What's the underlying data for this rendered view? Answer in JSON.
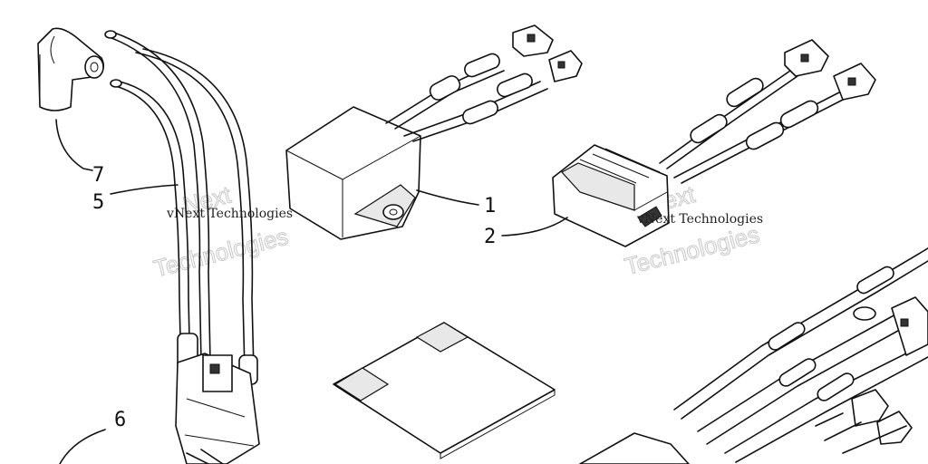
{
  "callouts": {
    "c1": "1",
    "c2": "2",
    "c5": "5",
    "c6": "6",
    "c7": "7"
  },
  "watermark": {
    "line1": "vNext Technologies",
    "big_a": "Next",
    "big_b": "Technologies"
  }
}
